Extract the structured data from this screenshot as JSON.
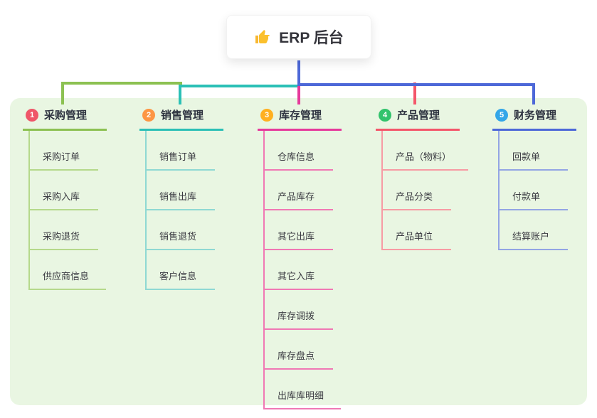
{
  "root": {
    "label": "ERP 后台",
    "icon": "thumbs-up-icon"
  },
  "branches": [
    {
      "index": "1",
      "label": "采购管理",
      "line_color": "#8cc152",
      "item_line_color": "#b5d98b",
      "badge_color": "#ef5669",
      "items": [
        "采购订单",
        "采购入库",
        "采购退货",
        "供应商信息"
      ]
    },
    {
      "index": "2",
      "label": "销售管理",
      "line_color": "#2bc0b6",
      "item_line_color": "#8fd9d3",
      "badge_color": "#fd9644",
      "items": [
        "销售订单",
        "销售出库",
        "销售退货",
        "客户信息"
      ]
    },
    {
      "index": "3",
      "label": "库存管理",
      "line_color": "#e6399b",
      "item_line_color": "#f078b4",
      "badge_color": "#ffb020",
      "items": [
        "仓库信息",
        "产品库存",
        "其它出库",
        "其它入库",
        "库存调拨",
        "库存盘点",
        "出库库明细"
      ]
    },
    {
      "index": "4",
      "label": "产品管理",
      "line_color": "#f4566a",
      "item_line_color": "#f79ba4",
      "badge_color": "#32c36c",
      "items": [
        "产品（物料）",
        "产品分类",
        "产品单位"
      ]
    },
    {
      "index": "5",
      "label": "财务管理",
      "line_color": "#4d68d8",
      "item_line_color": "#93a5e4",
      "badge_color": "#33a6e8",
      "items": [
        "回款单",
        "付款单",
        "结算账户"
      ]
    }
  ],
  "colors": {
    "panel_background": "#e9f6e2",
    "root_connector": "#4d68d8",
    "page_background": "#ffffff",
    "thumb_icon": "#f7b731"
  }
}
